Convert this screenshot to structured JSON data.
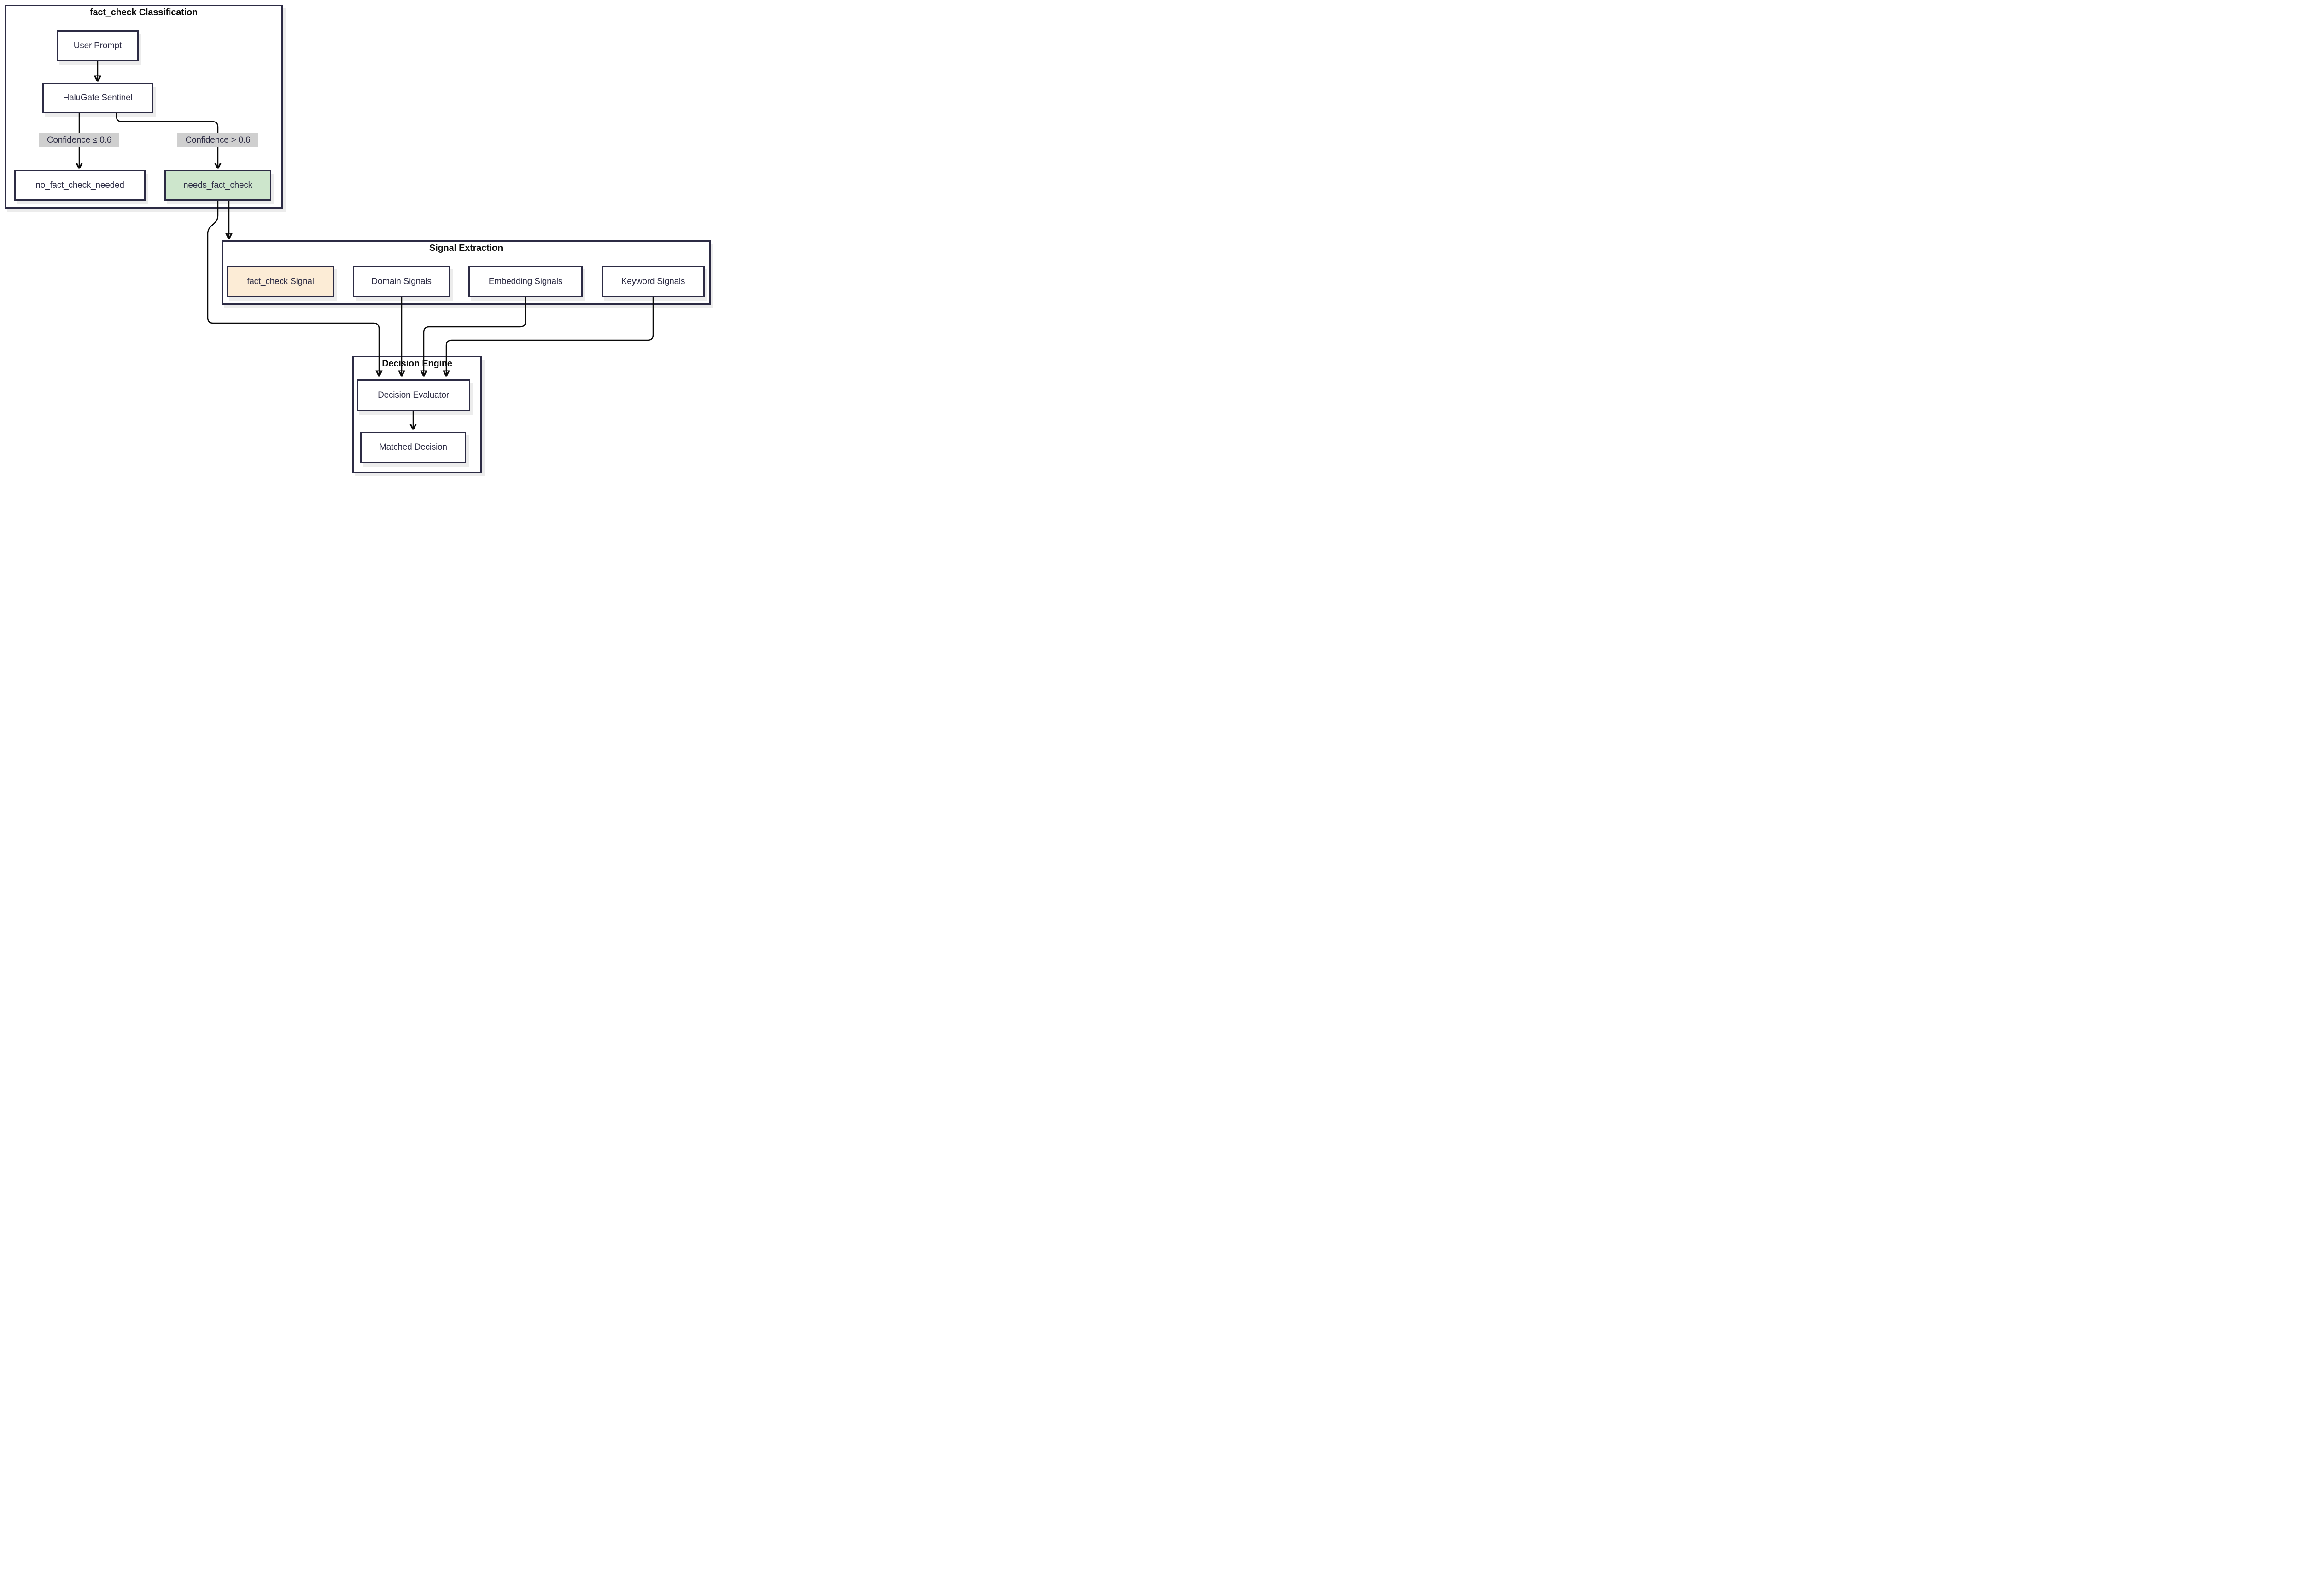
{
  "subgraphs": {
    "classification": {
      "title": "fact_check Classification"
    },
    "signal_extraction": {
      "title": "Signal Extraction"
    },
    "decision_engine": {
      "title": "Decision Engine"
    }
  },
  "nodes": {
    "user_prompt": {
      "label": "User Prompt"
    },
    "halugate_sentinel": {
      "label": "HaluGate Sentinel"
    },
    "no_fact_check_needed": {
      "label": "no_fact_check_needed"
    },
    "needs_fact_check": {
      "label": "needs_fact_check"
    },
    "fact_check_signal": {
      "label": "fact_check Signal"
    },
    "domain_signals": {
      "label": "Domain Signals"
    },
    "embedding_signals": {
      "label": "Embedding Signals"
    },
    "keyword_signals": {
      "label": "Keyword Signals"
    },
    "decision_evaluator": {
      "label": "Decision Evaluator"
    },
    "matched_decision": {
      "label": "Matched Decision"
    }
  },
  "edges": [
    {
      "from": "user_prompt",
      "to": "halugate_sentinel",
      "label": ""
    },
    {
      "from": "halugate_sentinel",
      "to": "no_fact_check_needed",
      "label": "Confidence ≤ 0.6"
    },
    {
      "from": "halugate_sentinel",
      "to": "needs_fact_check",
      "label": "Confidence > 0.6"
    },
    {
      "from": "needs_fact_check",
      "to": "signal_extraction",
      "label": ""
    },
    {
      "from": "needs_fact_check",
      "to": "decision_evaluator",
      "label": ""
    },
    {
      "from": "domain_signals",
      "to": "decision_evaluator",
      "label": ""
    },
    {
      "from": "embedding_signals",
      "to": "decision_evaluator",
      "label": ""
    },
    {
      "from": "keyword_signals",
      "to": "decision_evaluator",
      "label": ""
    },
    {
      "from": "decision_evaluator",
      "to": "matched_decision",
      "label": ""
    }
  ],
  "colors": {
    "node_border": "#2c2b44",
    "node_text": "#2e2d45",
    "subgraph_title": "#0d0d0d",
    "edge": "#0a0a0a",
    "edge_label_bg": "#cfcfcf",
    "highlight_green": "#cde6cc",
    "highlight_peach": "#fcecd6",
    "shadow": "#ececec",
    "background": "#ffffff"
  }
}
